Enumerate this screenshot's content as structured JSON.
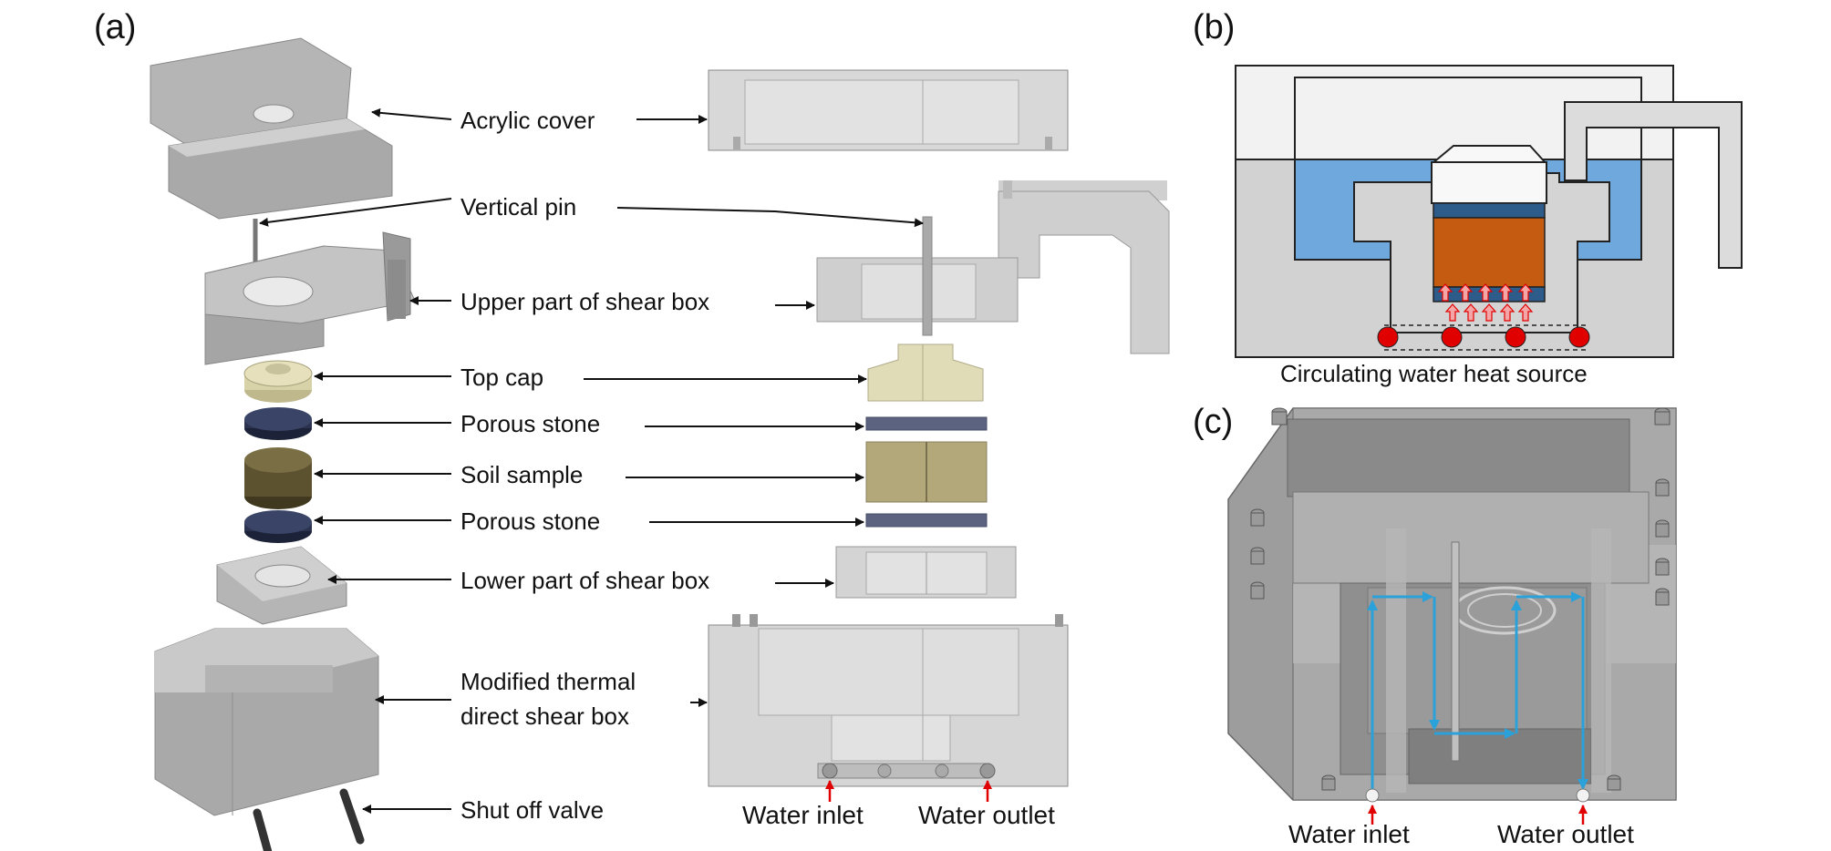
{
  "panels": {
    "a": "(a)",
    "b": "(b)",
    "c": "(c)"
  },
  "labels": {
    "acrylic_cover": "Acrylic cover",
    "vertical_pin": "Vertical pin",
    "upper_shear_box": "Upper part of shear box",
    "top_cap": "Top cap",
    "porous_stone_top": "Porous stone",
    "soil_sample": "Soil sample",
    "porous_stone_bottom": "Porous stone",
    "lower_shear_box": "Lower part of shear box",
    "modified_box_line1": "Modified thermal",
    "modified_box_line2": "direct shear box",
    "shut_off_valve": "Shut off valve",
    "water_inlet_a": "Water inlet",
    "water_outlet_a": "Water outlet",
    "heat_source": "Circulating water heat source",
    "water_inlet_c": "Water inlet",
    "water_outlet_c": "Water outlet"
  },
  "colors": {
    "part_gray": "#a8a8a8",
    "part_light": "#d6d6d6",
    "porous_stone": "#2b3350",
    "soil_sample": "#5c5230",
    "top_cap": "#d8d2a8",
    "water_blue": "#6fa8dc",
    "soil_orange": "#c55a11",
    "stone_blue": "#2e5c8a",
    "heat_red": "#e00000",
    "flow_blue": "#2aa1d8"
  }
}
